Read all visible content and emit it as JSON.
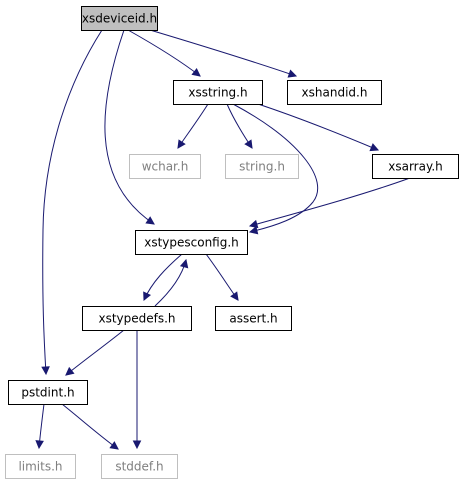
{
  "graph": {
    "nodes": [
      {
        "id": "xsdeviceid",
        "label": "xsdeviceid.h",
        "style": "current"
      },
      {
        "id": "xsstring",
        "label": "xsstring.h",
        "style": "normal"
      },
      {
        "id": "xshandid",
        "label": "xshandid.h",
        "style": "normal"
      },
      {
        "id": "wchar",
        "label": "wchar.h",
        "style": "external"
      },
      {
        "id": "string",
        "label": "string.h",
        "style": "external"
      },
      {
        "id": "xsarray",
        "label": "xsarray.h",
        "style": "normal"
      },
      {
        "id": "xstypesconfig",
        "label": "xstypesconfig.h",
        "style": "normal"
      },
      {
        "id": "xstypedefs",
        "label": "xstypedefs.h",
        "style": "normal"
      },
      {
        "id": "assert",
        "label": "assert.h",
        "style": "normal"
      },
      {
        "id": "pstdint",
        "label": "pstdint.h",
        "style": "normal"
      },
      {
        "id": "limits",
        "label": "limits.h",
        "style": "external"
      },
      {
        "id": "stddef",
        "label": "stddef.h",
        "style": "external"
      }
    ],
    "edges": [
      {
        "from": "xsdeviceid",
        "to": "pstdint"
      },
      {
        "from": "xsdeviceid",
        "to": "xstypesconfig"
      },
      {
        "from": "xsdeviceid",
        "to": "xsstring"
      },
      {
        "from": "xsdeviceid",
        "to": "xshandid"
      },
      {
        "from": "xsstring",
        "to": "wchar"
      },
      {
        "from": "xsstring",
        "to": "string"
      },
      {
        "from": "xsstring",
        "to": "xstypesconfig"
      },
      {
        "from": "xsstring",
        "to": "xsarray"
      },
      {
        "from": "xsarray",
        "to": "xstypesconfig"
      },
      {
        "from": "xstypesconfig",
        "to": "xstypedefs"
      },
      {
        "from": "xstypesconfig",
        "to": "assert"
      },
      {
        "from": "xstypedefs",
        "to": "xstypesconfig"
      },
      {
        "from": "xstypedefs",
        "to": "pstdint"
      },
      {
        "from": "xstypedefs",
        "to": "stddef"
      },
      {
        "from": "pstdint",
        "to": "limits"
      },
      {
        "from": "pstdint",
        "to": "stddef"
      }
    ]
  },
  "colors": {
    "current_fill": "#bfbfbf",
    "normal_fill": "#ffffff",
    "normal_stroke": "#000000",
    "external_stroke": "#bfbfbf",
    "external_text": "#7f7f7f",
    "edge": "#191970"
  }
}
